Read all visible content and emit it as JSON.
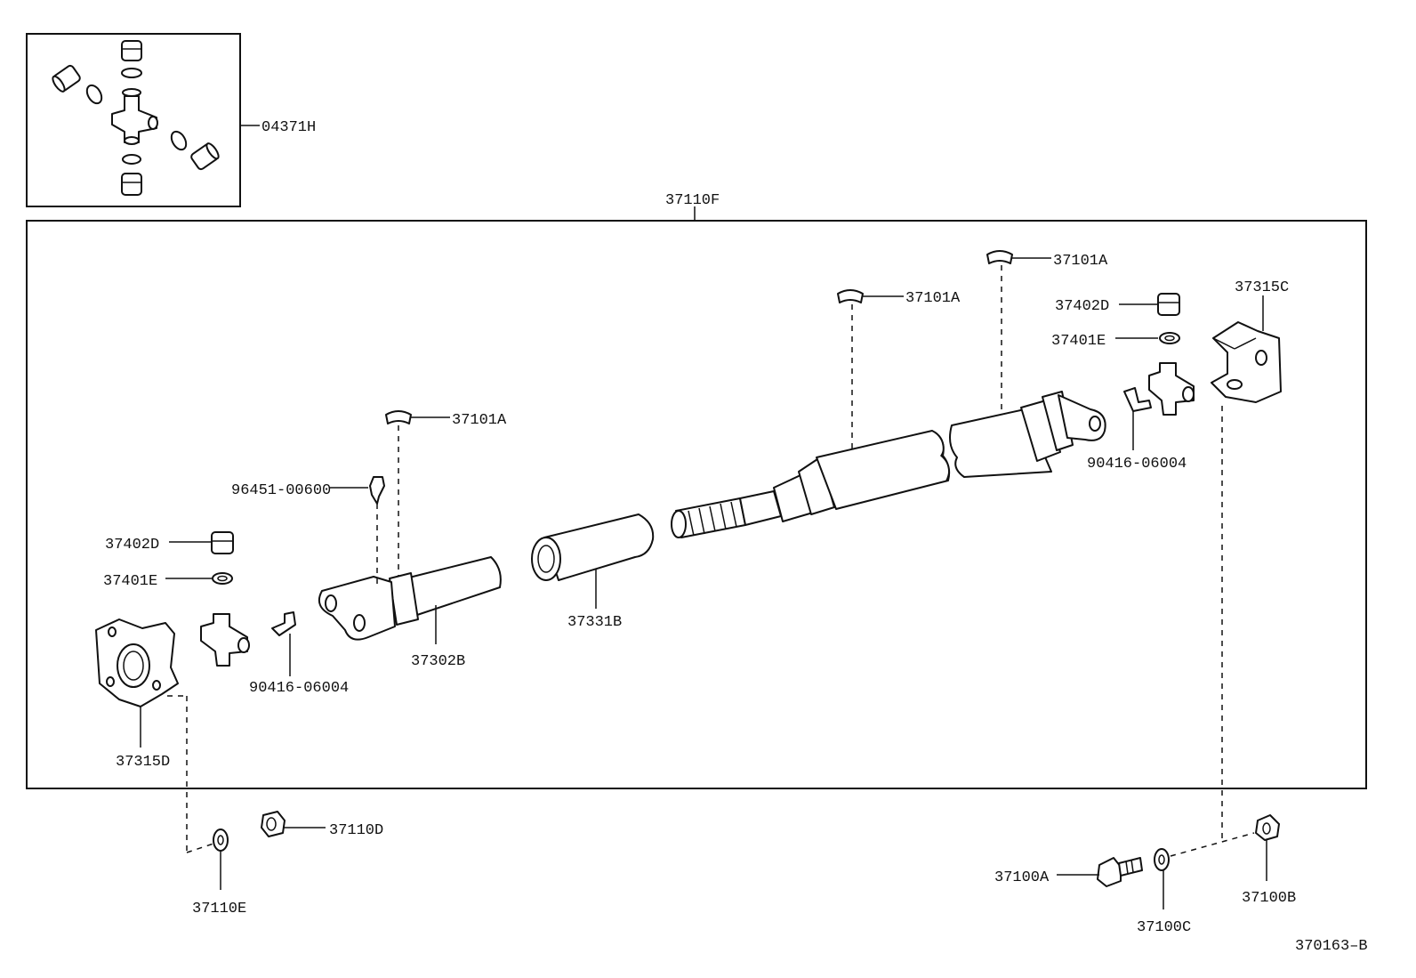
{
  "diagram_code": "370163–B",
  "parts": {
    "universal_joint_kit": "04371H",
    "propeller_shaft_assy": "37110F",
    "center_bearing_rear_1": "37101A",
    "center_bearing_rear_2": "37101A",
    "center_bearing_front": "37101A",
    "spider_bearing_right": "37402D",
    "snap_ring_right": "37401E",
    "flange_yoke_right": "37315C",
    "grease_fitting_right": "90416-06004",
    "grease_fitting_center": "96451-00600",
    "spider_bearing_left": "37402D",
    "snap_ring_left": "37401E",
    "sleeve_yoke": "37302B",
    "dust_boot": "37331B",
    "grease_fitting_left": "90416-06004",
    "flange_yoke_left": "37315D",
    "nut_left": "37110D",
    "washer_left": "37110E",
    "bolt_right": "37100A",
    "washer_right": "37100C",
    "nut_right": "37100B"
  }
}
